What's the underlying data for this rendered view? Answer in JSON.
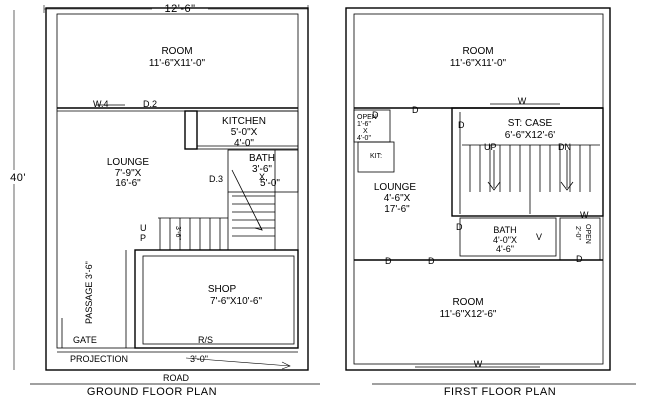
{
  "ground_floor": {
    "title": "GROUND FLOOR PLAN",
    "width_dim": "12'-6\"",
    "depth_dim": "40'",
    "room": {
      "name": "ROOM",
      "size": "11'-6\"X11'-0\""
    },
    "window_label": "W.4",
    "door_label_d2": "D.2",
    "kitchen": {
      "name": "KITCHEN",
      "size_1": "5'-0\"X",
      "size_2": "4'-0\""
    },
    "lounge": {
      "name": "LOUNGE",
      "size_1": "7'-9\"X",
      "size_2": "16'-6\""
    },
    "bath": {
      "name": "BATH",
      "size_1": "3'-6\"",
      "x": "X",
      "size_2": "5'-0\""
    },
    "door_label_d3": "D.3",
    "stair_up": "U",
    "stair_p": "P",
    "stair_dim": "3'-6\"",
    "shop": {
      "name": "SHOP",
      "size": "7'-6\"X10'-6\""
    },
    "passage": "PASSAGE 3'-6\"",
    "gate": "GATE",
    "rs": "R/S",
    "projection": "PROJECTION",
    "projection_dim": "3'-0\"",
    "road": "ROAD"
  },
  "first_floor": {
    "title": "FIRST FLOOR PLAN",
    "room_top": {
      "name": "ROOM",
      "size": "11'-6\"X11'-0\""
    },
    "window_top": "W",
    "door_top": "D",
    "open_left": {
      "l1": "OPEN",
      "l2": "1'-6\"",
      "l3": "X",
      "l4": "4'-0\""
    },
    "door_d_left": "D",
    "stcase": {
      "name": "ST: CASE",
      "size": "6'-6\"X12'-6'"
    },
    "kit": "KIT:",
    "up": "UP",
    "dn": "DN",
    "lounge": {
      "name": "LOUNGE",
      "size_1": "4'-6\"X",
      "size_2": "17'-6\""
    },
    "window_right": "W",
    "door_mid": "D",
    "bath": {
      "name": "BATH",
      "size_1": "4'-0\"X",
      "size_2": "4'-6\"",
      "v": "V"
    },
    "open_right": {
      "l1": "OPEN",
      "l2": "2'-0\""
    },
    "door_d1": "D",
    "door_d2": "D",
    "door_d3": "D",
    "room_bottom": {
      "name": "ROOM",
      "size": "11'-6\"X12'-6\""
    },
    "window_bottom": "W"
  }
}
